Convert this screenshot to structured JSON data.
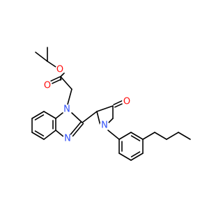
{
  "molecule": {
    "atoms": {
      "O_ester": {
        "symbol": "O",
        "color": "#ff0d0d"
      },
      "O_carbonyl": {
        "symbol": "O",
        "color": "#ff0d0d"
      },
      "O_lactam": {
        "symbol": "O",
        "color": "#ff0d0d"
      },
      "N_imidazole_1": {
        "symbol": "N",
        "color": "#3050f8"
      },
      "N_imidazole_3": {
        "symbol": "N",
        "color": "#3050f8"
      },
      "N_pyrrolidinone": {
        "symbol": "N",
        "color": "#3050f8"
      }
    },
    "colors": {
      "bond": "#000000",
      "oxygen": "#ff0d0d",
      "nitrogen": "#3050f8",
      "background": "#ffffff"
    }
  }
}
